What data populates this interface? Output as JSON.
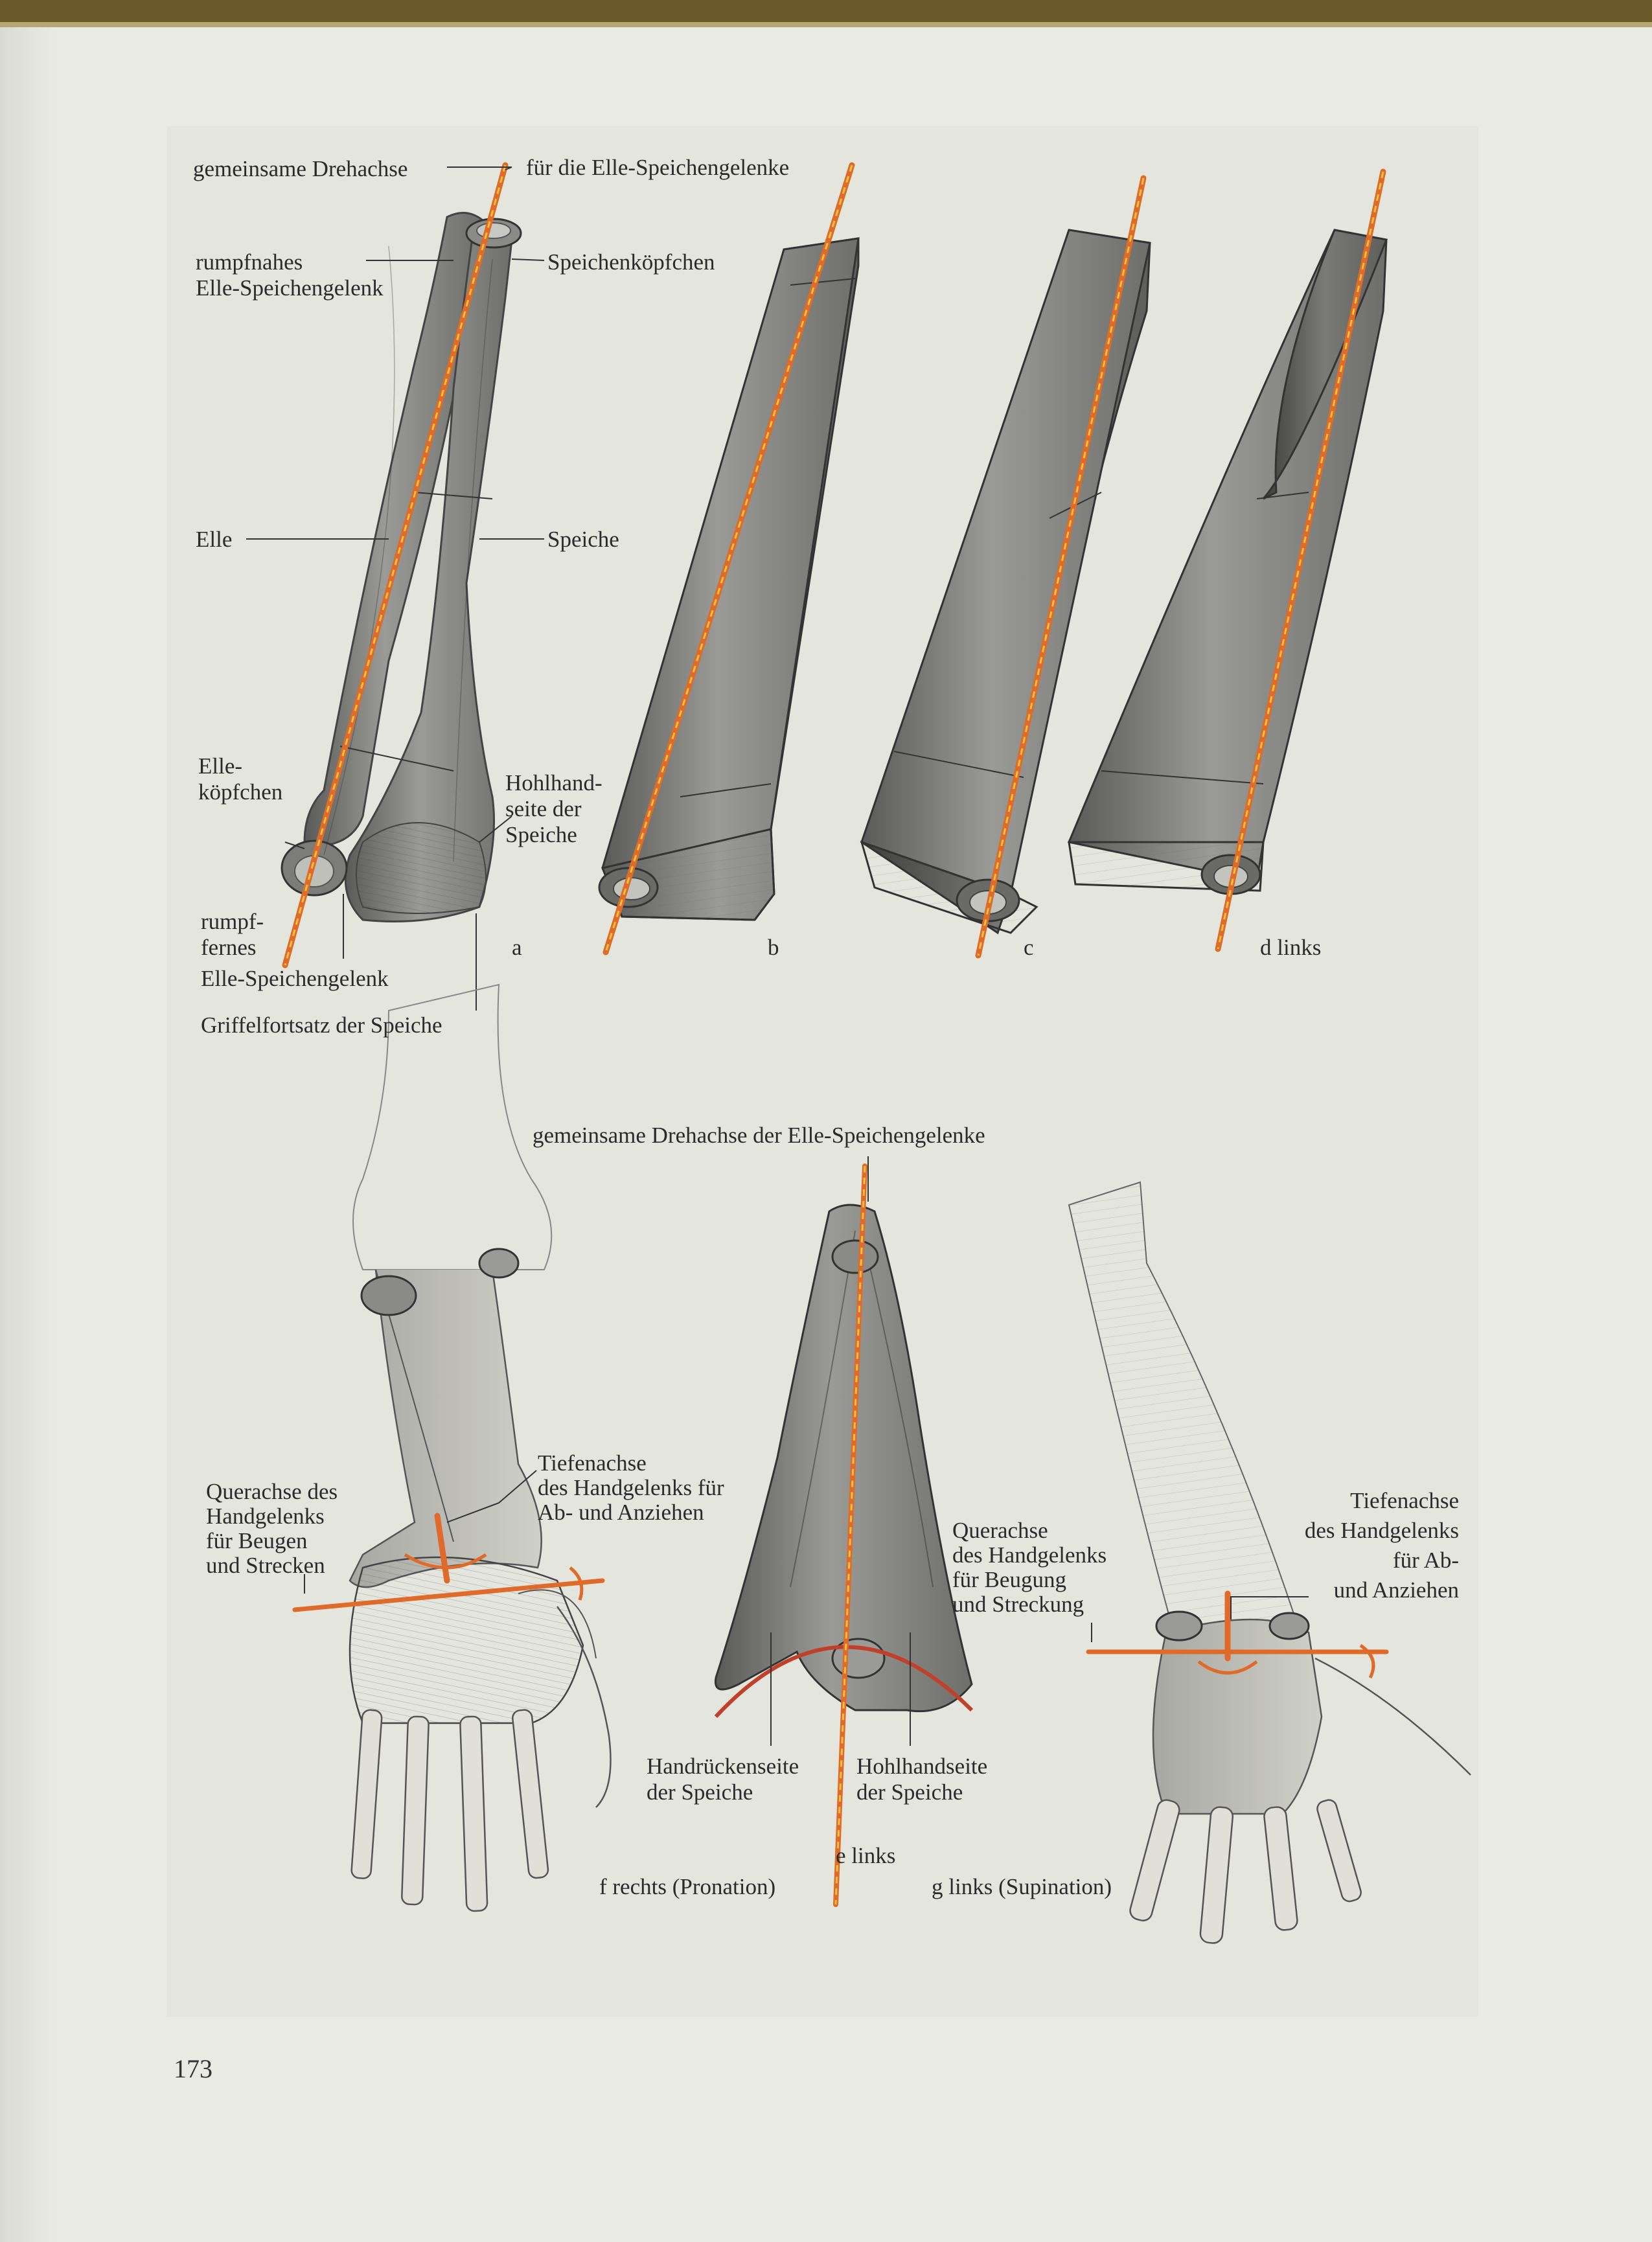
{
  "labels": {
    "axis_top_left": "gemeinsame Drehachse",
    "axis_top_right": "für die Elle-Speichengelenke",
    "rumpfnahes_1": "rumpfnahes",
    "rumpfnahes_2": "Elle-Speichengelenk",
    "speichenkoepfchen": "Speichenköpfchen",
    "elle": "Elle",
    "speiche": "Speiche",
    "ellekoepfchen_1": "Elle-",
    "ellekoepfchen_2": "köpfchen",
    "hohlhand_1": "Hohlhand-",
    "hohlhand_2": "seite der",
    "hohlhand_3": "Speiche",
    "rumpffernes_1": "rumpf-",
    "rumpffernes_2": "fernes",
    "rumpffernes_3": "Elle-Speichengelenk",
    "griffel": "Griffelfortsatz der Speiche",
    "fig_a": "a",
    "fig_b": "b",
    "fig_c": "c",
    "fig_d": "d  links",
    "axis_mid": "gemeinsame Drehachse der Elle-Speichengelenke",
    "querachse_f_1": "Querachse des",
    "querachse_f_2": "Handgelenks",
    "querachse_f_3": "für Beugen",
    "querachse_f_4": "und Strecken",
    "tiefen_f_1": "Tiefenachse",
    "tiefen_f_2": "des Handgelenks für",
    "tiefen_f_3": "Ab- und Anziehen",
    "querachse_g_1": "Querachse",
    "querachse_g_2": "des Handgelenks",
    "querachse_g_3": "für Beugung",
    "querachse_g_4": "und Streckung",
    "tiefen_g_1": "Tiefenachse",
    "tiefen_g_2": "des Handgelenks",
    "tiefen_g_3": "für Ab-",
    "tiefen_g_4": "und Anziehen",
    "handruecken_1": "Handrückenseite",
    "handruecken_2": "der Speiche",
    "hohlhandseite_1": "Hohlhandseite",
    "hohlhandseite_2": "der Speiche",
    "fig_e": "e  links",
    "fig_f": "f  rechts (Pronation)",
    "fig_g": "g  links (Supination)"
  },
  "page_number": "173",
  "colors": {
    "axis_orange": "#e06a2a",
    "axis_yellow": "#f2c23a",
    "axis_red": "#c0402a",
    "pencil": "#555555",
    "plate": "#e4e6dd",
    "paper": "#e9eae2"
  }
}
